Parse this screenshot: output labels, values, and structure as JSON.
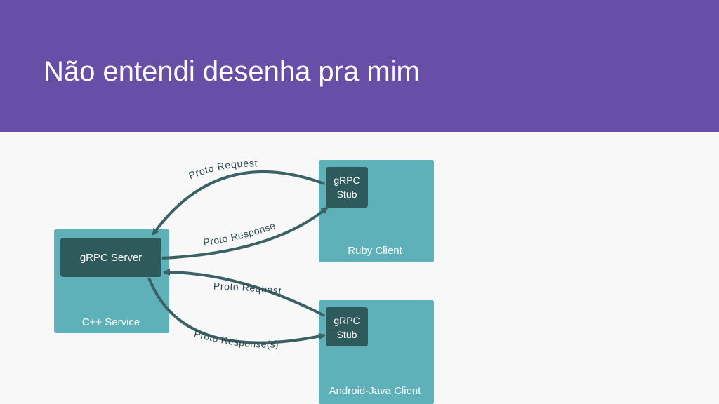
{
  "slide": {
    "title": "Não entendi desenha pra mim"
  },
  "diagram": {
    "cpp_service": {
      "name": "C++ Service",
      "component": "gRPC Server"
    },
    "ruby_client": {
      "name": "Ruby Client",
      "stub_line1": "gRPC",
      "stub_line2": "Stub"
    },
    "android_client": {
      "name": "Android-Java Client",
      "stub_line1": "gRPC",
      "stub_line2": "Stub"
    },
    "arrows": {
      "ruby_request": "Proto Request",
      "ruby_response": "Proto Response",
      "android_request": "Proto Request",
      "android_response": "Proto Response(s)"
    },
    "colors": {
      "box": "#5eb1b8",
      "inner": "#2f5a5b",
      "arrow": "#3a6163",
      "header": "#674ea7"
    }
  }
}
